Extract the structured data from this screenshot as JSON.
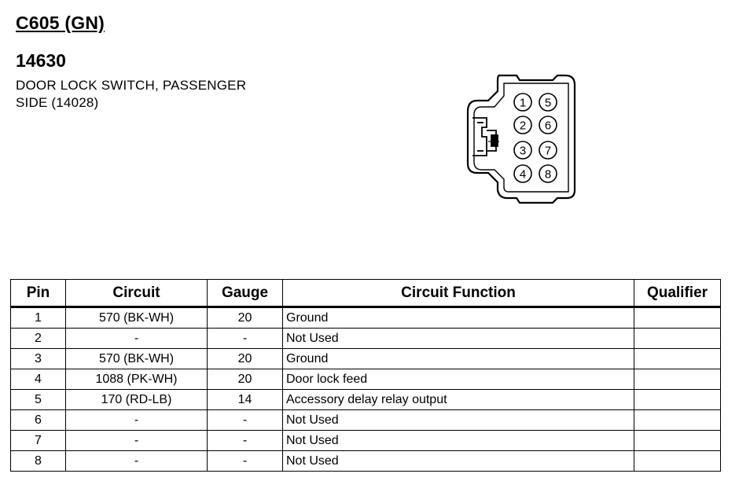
{
  "connector": {
    "id": "C605 (GN)",
    "part_number": "14630",
    "description_line1": "DOOR LOCK SWITCH, PASSENGER",
    "description_line2": "SIDE (14028)",
    "pin_labels": [
      "1",
      "2",
      "3",
      "4",
      "5",
      "6",
      "7",
      "8"
    ]
  },
  "table": {
    "headers": {
      "pin": "Pin",
      "circuit": "Circuit",
      "gauge": "Gauge",
      "function": "Circuit Function",
      "qualifier": "Qualifier"
    },
    "rows": [
      {
        "pin": "1",
        "circuit": "570 (BK-WH)",
        "gauge": "20",
        "function": "Ground",
        "qualifier": ""
      },
      {
        "pin": "2",
        "circuit": "-",
        "gauge": "-",
        "function": "Not Used",
        "qualifier": ""
      },
      {
        "pin": "3",
        "circuit": "570 (BK-WH)",
        "gauge": "20",
        "function": "Ground",
        "qualifier": ""
      },
      {
        "pin": "4",
        "circuit": "1088 (PK-WH)",
        "gauge": "20",
        "function": "Door lock feed",
        "qualifier": ""
      },
      {
        "pin": "5",
        "circuit": "170 (RD-LB)",
        "gauge": "14",
        "function": "Accessory delay relay output",
        "qualifier": ""
      },
      {
        "pin": "6",
        "circuit": "-",
        "gauge": "-",
        "function": "Not Used",
        "qualifier": ""
      },
      {
        "pin": "7",
        "circuit": "-",
        "gauge": "-",
        "function": "Not Used",
        "qualifier": ""
      },
      {
        "pin": "8",
        "circuit": "-",
        "gauge": "-",
        "function": "Not Used",
        "qualifier": ""
      }
    ]
  }
}
